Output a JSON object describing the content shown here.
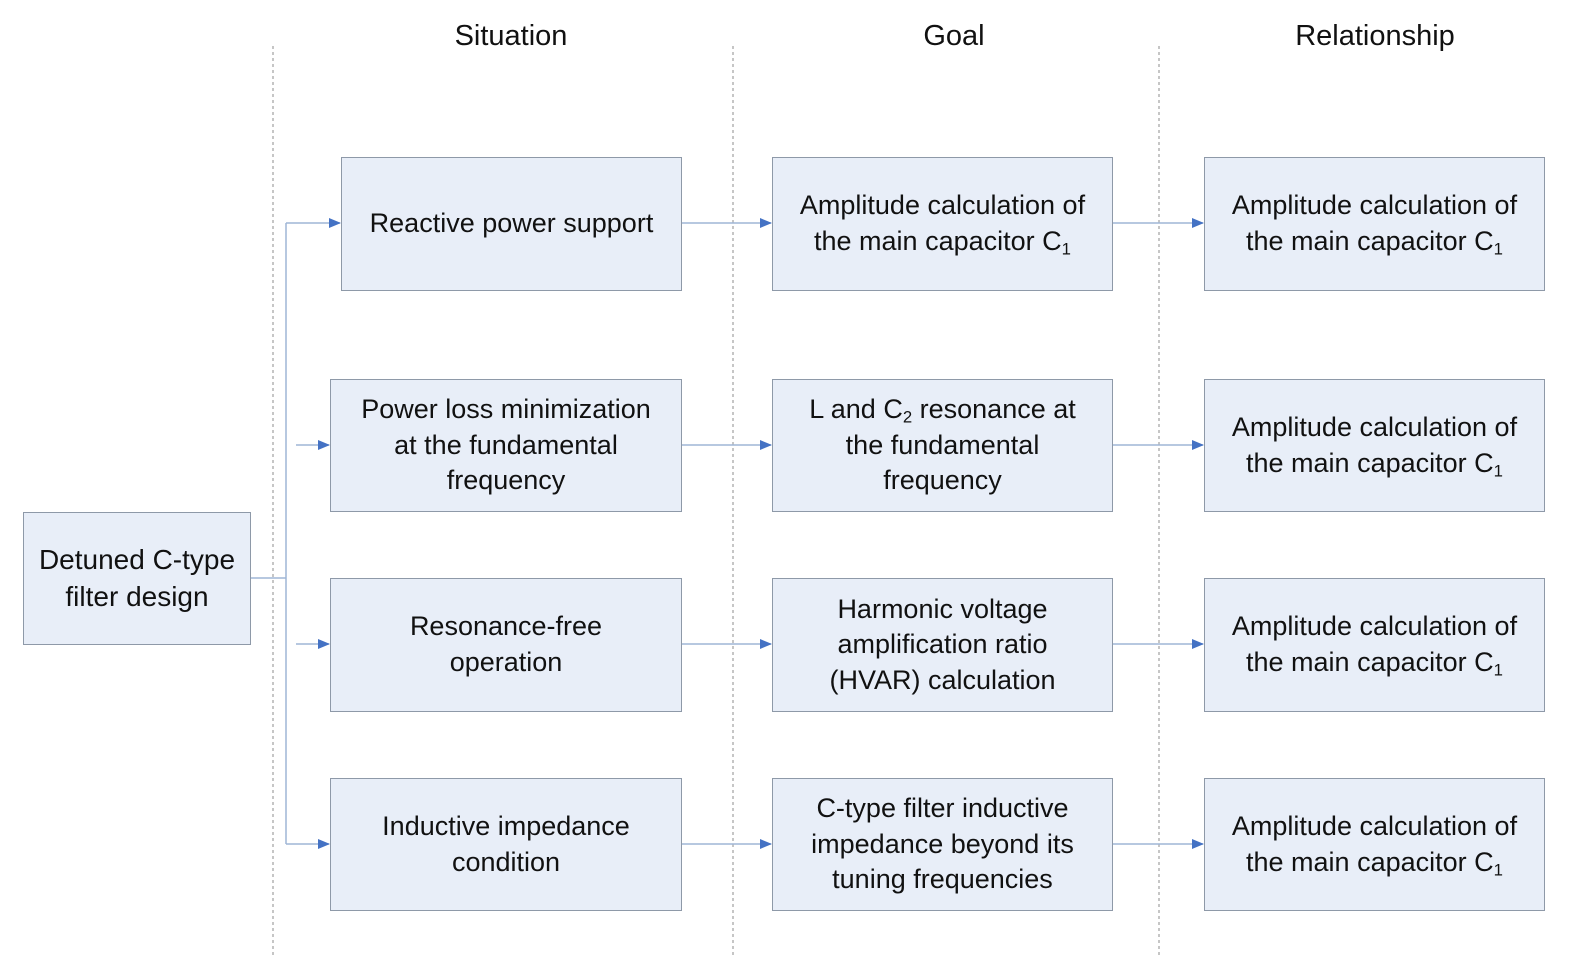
{
  "headers": {
    "situation": "Situation",
    "goal": "Goal",
    "relationship": "Relationship"
  },
  "root": {
    "line1": "Detuned C-type",
    "line2": "filter design"
  },
  "rows": [
    {
      "situation": {
        "line1": "Reactive power support"
      },
      "goal": {
        "line1": "Amplitude calculation of",
        "line2_pre": "the main capacitor C",
        "line2_sub": "1"
      },
      "relationship": {
        "line1": "Amplitude calculation of",
        "line2_pre": "the main capacitor C",
        "line2_sub": "1"
      }
    },
    {
      "situation": {
        "line1": "Power loss minimization",
        "line2": "at the fundamental",
        "line3": "frequency"
      },
      "goal": {
        "line1_pre": "L and C",
        "line1_sub": "2",
        "line1_post": " resonance at",
        "line2": "the fundamental",
        "line3": "frequency"
      },
      "relationship": {
        "line1": "Amplitude calculation of",
        "line2_pre": "the main capacitor C",
        "line2_sub": "1"
      }
    },
    {
      "situation": {
        "line1": "Resonance-free",
        "line2": "operation"
      },
      "goal": {
        "line1": "Harmonic voltage",
        "line2": "amplification ratio",
        "line3": "(HVAR) calculation"
      },
      "relationship": {
        "line1": "Amplitude calculation of",
        "line2_pre": "the main capacitor C",
        "line2_sub": "1"
      }
    },
    {
      "situation": {
        "line1": "Inductive impedance",
        "line2": "condition"
      },
      "goal": {
        "line1": "C-type filter inductive",
        "line2": "impedance beyond its",
        "line3": "tuning frequencies"
      },
      "relationship": {
        "line1": "Amplitude calculation of",
        "line2_pre": "the main capacitor C",
        "line2_sub": "1"
      }
    }
  ],
  "colors": {
    "box_fill": "#e8eef8",
    "box_border": "#8e99a8",
    "connector": "#9fb6d6",
    "arrow": "#4472c4",
    "divider": "#8c8c8c"
  }
}
